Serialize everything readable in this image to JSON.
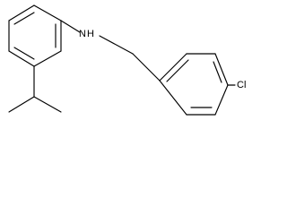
{
  "molecule": {
    "atom_labels": {
      "nitrogen": "N",
      "amine_hydrogen": "H",
      "chlorine": "Cl"
    }
  }
}
